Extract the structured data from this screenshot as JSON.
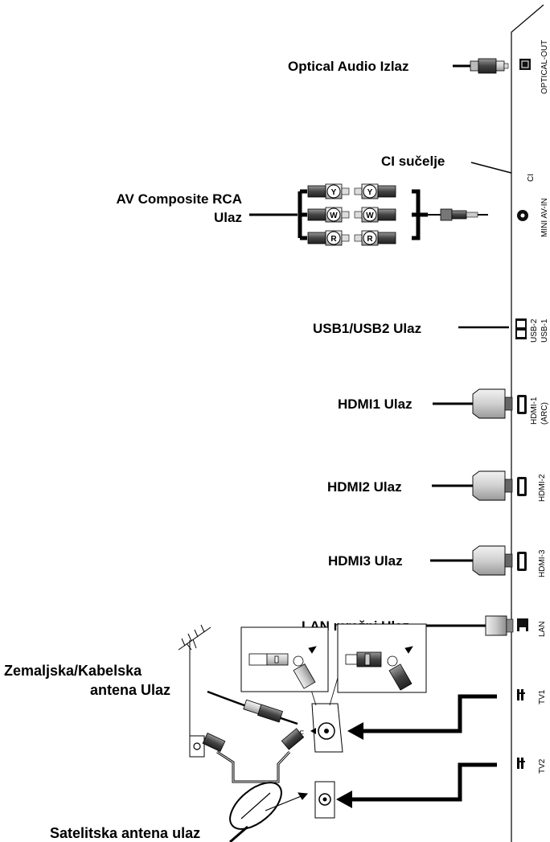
{
  "labels": {
    "optical": "Optical Audio Izlaz",
    "ci": "CI sučelje",
    "av_line1": "AV Composite RCA",
    "av_line2": "Ulaz",
    "usb": "USB1/USB2 Ulaz",
    "hdmi1": "HDMI1 Ulaz",
    "hdmi2": "HDMI2 Ulaz",
    "hdmi3": "HDMI3 Ulaz",
    "lan": "LAN mrežni Ulaz",
    "antenna_line1": "Zemaljska/Kabelska",
    "antenna_line2": "antena Ulaz",
    "satellite": "Satelitska antena ulaz"
  },
  "ports": {
    "optical_out": "OPTICAL-OUT",
    "ci": "CI",
    "mini_av_in": "MINI AV-IN",
    "usb2": "USB-2",
    "usb1": "USB-1",
    "hdmi1": "HDMI-1",
    "hdmi1_arc": "(ARC)",
    "hdmi2": "HDMI-2",
    "hdmi3": "HDMI-3",
    "lan": "LAN",
    "tv1": "TV1",
    "tv2": "TV2"
  },
  "rca": {
    "y": "Y",
    "w": "W",
    "r": "R"
  },
  "rf": "RF"
}
